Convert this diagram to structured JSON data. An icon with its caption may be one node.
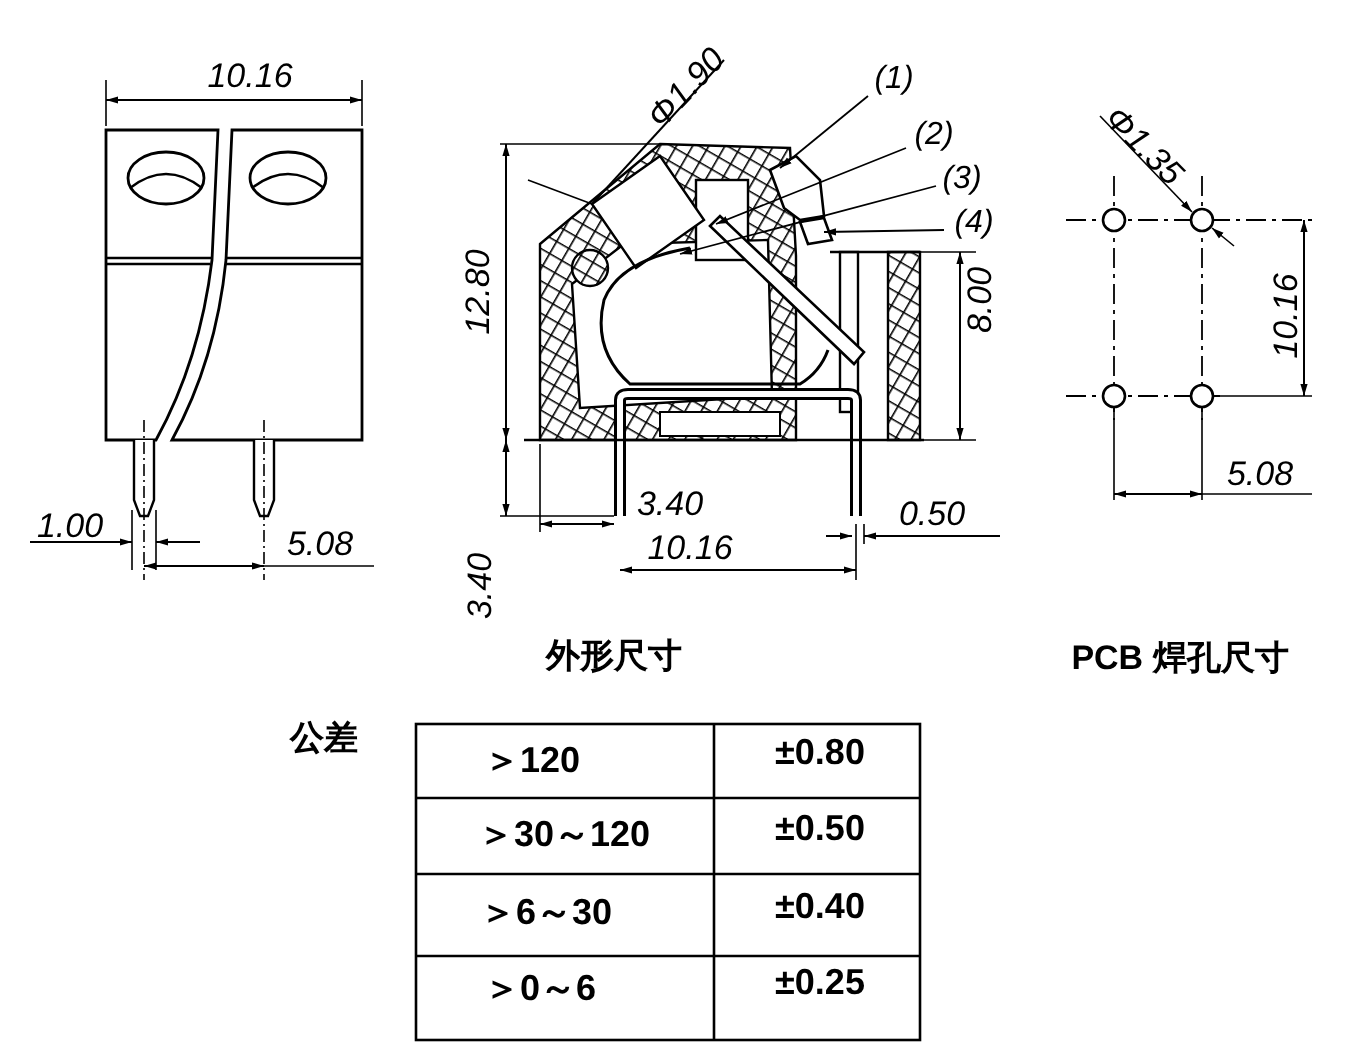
{
  "diagram": {
    "nodes": [
      {
        "text": [
          "(1)"
        ]
      },
      {
        "text": [
          "(2)"
        ]
      },
      {
        "text": [
          "(3)"
        ]
      },
      {
        "text": [
          "(4)"
        ]
      },
      {
        "text": [],
        "shape": "box"
      },
      {
        "text": [],
        "shape": "bar"
      },
      {
        "text": [],
        "shape": "spring"
      },
      {
        "text": [],
        "shape": "box"
      }
    ],
    "edges": [
      {
        "from": 0,
        "to": 4,
        "arrow": "to"
      },
      {
        "from": 1,
        "to": 5,
        "arrow": "to"
      },
      {
        "from": 2,
        "to": 6,
        "arrow": "to"
      },
      {
        "from": 3,
        "to": 7,
        "arrow": "to"
      }
    ],
    "labels": [
      "10.16",
      "1.00",
      "5.08",
      "Φ1.90",
      "12.80",
      "3.40",
      "10.16",
      "0.50",
      "8.00",
      "3.40",
      "Φ1.35",
      "10.16",
      "5.08",
      "外形尺寸",
      "PCB 焊孔尺寸",
      "公差",
      "＞120",
      "±0.80",
      "＞30～120",
      "±0.50",
      "＞6～30",
      "±0.40",
      "＞0～6",
      "±0.25"
    ]
  }
}
